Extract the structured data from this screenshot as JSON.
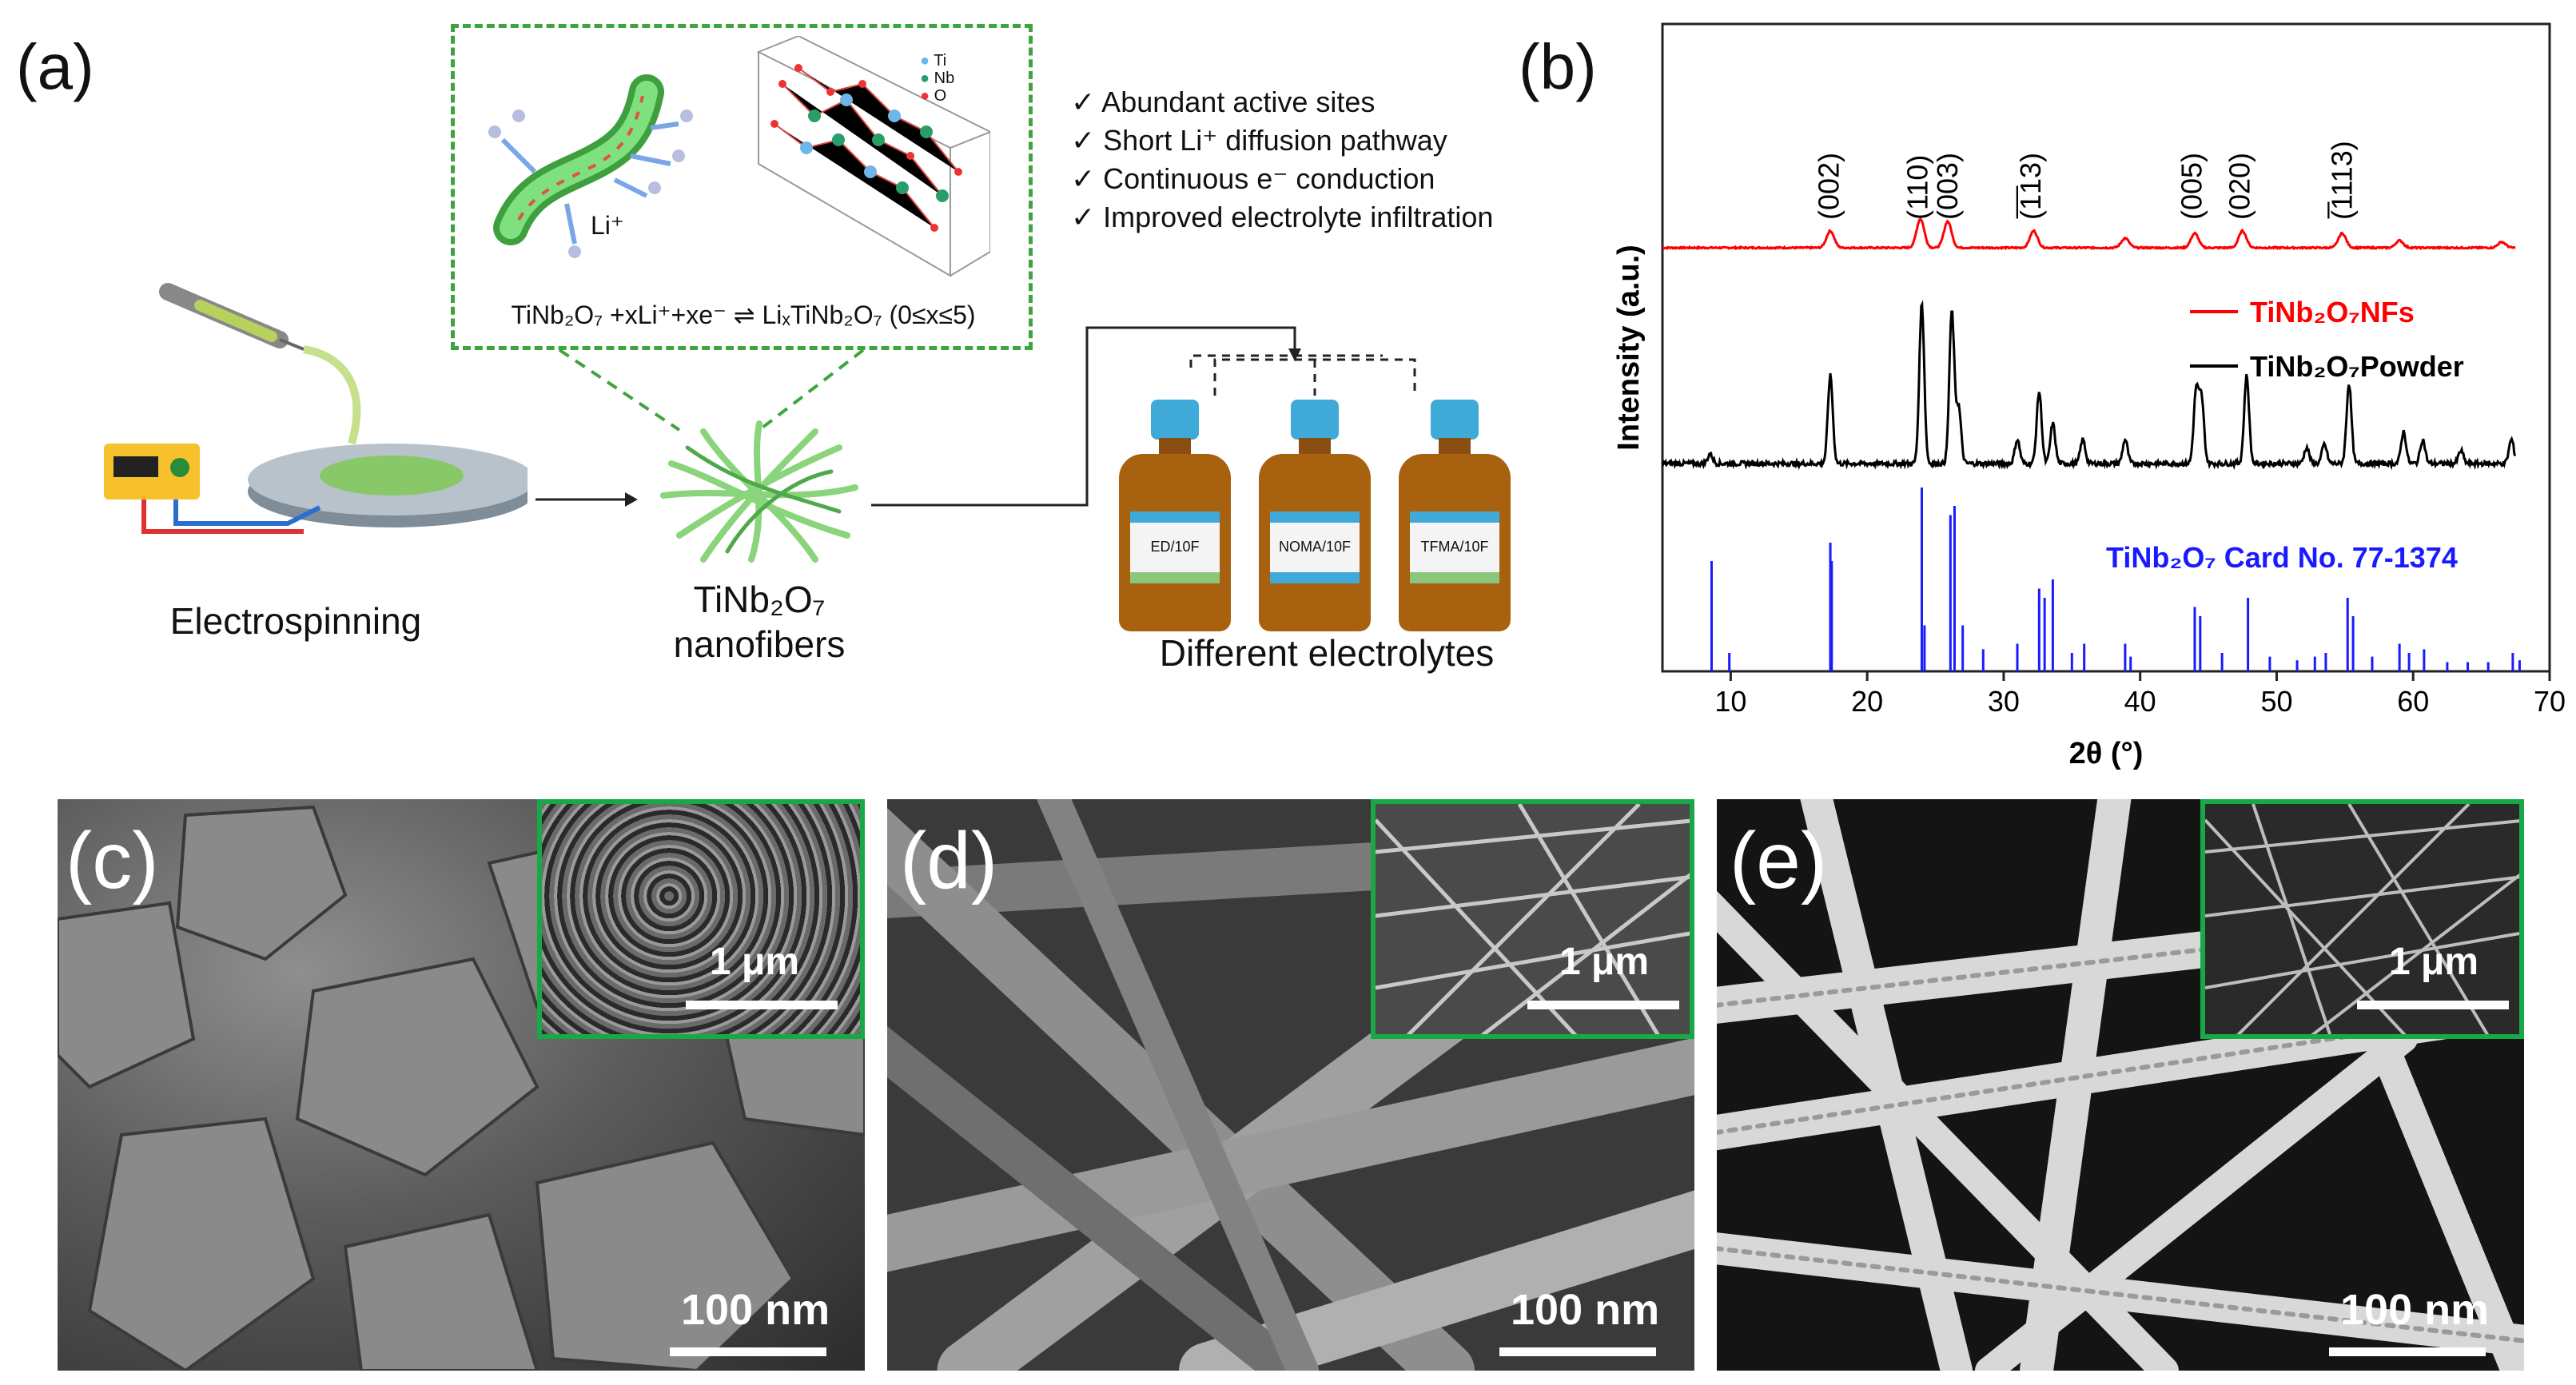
{
  "panels": {
    "a": {
      "label": "(a)",
      "advantages": [
        "✓  Abundant  active sites",
        "✓  Short Li⁺ diffusion pathway",
        "✓  Continuous e⁻ conduction",
        "✓  Improved electrolyte infiltration"
      ],
      "legend": [
        "Ti",
        "Nb",
        "O"
      ],
      "li_label": "Li⁺",
      "reaction": "TiNb₂O₇ +xLi⁺+xe⁻ ⇌ LiₓTiNb₂O₇ (0≤x≤5)",
      "electrospinning": "Electrospinning",
      "nanofibers_1": "TiNb₂O₇",
      "nanofibers_2": "nanofibers",
      "electrolytes_caption": "Different electrolytes",
      "bottle_labels": [
        "ED/10F",
        "NOMA/10F",
        "TFMA/10F"
      ]
    },
    "b": {
      "label": "(b)"
    },
    "c": {
      "label": "(c)",
      "scale": "100 nm",
      "inset_scale": "1 μm"
    },
    "d": {
      "label": "(d)",
      "scale": "100 nm",
      "inset_scale": "1 μm"
    },
    "e": {
      "label": "(e)",
      "scale": "100 nm",
      "inset_scale": "1 μm"
    }
  },
  "chart_data": {
    "type": "line",
    "xlabel": "2θ (°)",
    "ylabel": "Intensity (a.u.)",
    "xlim": [
      5,
      70
    ],
    "xticks": [
      10,
      20,
      30,
      40,
      50,
      60,
      70
    ],
    "series": [
      {
        "name": "TiNb₂O₇NFs",
        "color": "#ff0000",
        "peaks": [
          [
            17.3,
            0.35
          ],
          [
            23.9,
            0.6
          ],
          [
            25.9,
            0.55
          ],
          [
            32.2,
            0.35
          ],
          [
            38.9,
            0.2
          ],
          [
            44.0,
            0.3
          ],
          [
            47.5,
            0.35
          ],
          [
            54.8,
            0.3
          ],
          [
            59.0,
            0.15
          ],
          [
            66.5,
            0.12
          ]
        ]
      },
      {
        "name": "TiNb₂O₇Powder",
        "color": "#000000",
        "peaks": [
          [
            8.5,
            0.06
          ],
          [
            17.3,
            0.55
          ],
          [
            24.0,
            1.0
          ],
          [
            26.2,
            0.95
          ],
          [
            26.7,
            0.35
          ],
          [
            31.0,
            0.15
          ],
          [
            32.6,
            0.45
          ],
          [
            33.6,
            0.25
          ],
          [
            35.8,
            0.15
          ],
          [
            38.9,
            0.15
          ],
          [
            44.1,
            0.45
          ],
          [
            44.5,
            0.4
          ],
          [
            47.8,
            0.55
          ],
          [
            52.2,
            0.1
          ],
          [
            53.5,
            0.12
          ],
          [
            55.3,
            0.5
          ],
          [
            59.3,
            0.2
          ],
          [
            60.7,
            0.15
          ],
          [
            63.5,
            0.08
          ],
          [
            67.2,
            0.15
          ]
        ]
      },
      {
        "name": "TiNb₂O₇ Card No. 77-1374",
        "color": "#1a1aff",
        "type": "stick",
        "sticks": [
          [
            8.6,
            0.6
          ],
          [
            9.9,
            0.1
          ],
          [
            17.3,
            0.7
          ],
          [
            17.4,
            0.6
          ],
          [
            24.0,
            1.0
          ],
          [
            24.2,
            0.25
          ],
          [
            26.1,
            0.85
          ],
          [
            26.4,
            0.9
          ],
          [
            27.0,
            0.25
          ],
          [
            28.5,
            0.12
          ],
          [
            31.0,
            0.15
          ],
          [
            32.6,
            0.45
          ],
          [
            33.0,
            0.4
          ],
          [
            33.6,
            0.5
          ],
          [
            35.0,
            0.1
          ],
          [
            35.9,
            0.15
          ],
          [
            38.9,
            0.15
          ],
          [
            39.3,
            0.08
          ],
          [
            44.0,
            0.35
          ],
          [
            44.4,
            0.3
          ],
          [
            46.0,
            0.1
          ],
          [
            47.9,
            0.4
          ],
          [
            49.5,
            0.08
          ],
          [
            51.5,
            0.06
          ],
          [
            52.8,
            0.08
          ],
          [
            53.6,
            0.1
          ],
          [
            55.2,
            0.4
          ],
          [
            55.6,
            0.3
          ],
          [
            57.0,
            0.08
          ],
          [
            59.0,
            0.15
          ],
          [
            59.7,
            0.1
          ],
          [
            60.8,
            0.12
          ],
          [
            62.5,
            0.05
          ],
          [
            64.0,
            0.05
          ],
          [
            65.5,
            0.05
          ],
          [
            67.3,
            0.1
          ],
          [
            67.8,
            0.06
          ]
        ]
      }
    ],
    "peak_labels": [
      {
        "x": 17.2,
        "text": "(002)"
      },
      {
        "x": 23.7,
        "text": "(110)"
      },
      {
        "x": 25.9,
        "text": "(003)"
      },
      {
        "x": 32.0,
        "text": "(̅1̅13)"
      },
      {
        "x": 43.8,
        "text": "(005)"
      },
      {
        "x": 47.3,
        "text": "(020)"
      },
      {
        "x": 54.8,
        "text": "(̅1113)"
      }
    ]
  }
}
